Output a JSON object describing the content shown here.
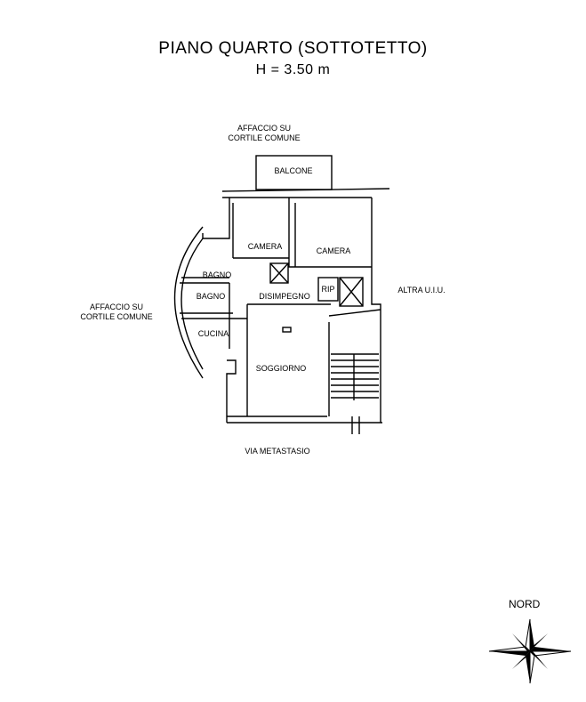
{
  "header": {
    "title": "PIANO  QUARTO (SOTTOTETTO)",
    "height": "H = 3.50 m"
  },
  "labels": {
    "courtyard_top_1": "AFFACCIO SU",
    "courtyard_top_2": "CORTILE COMUNE",
    "courtyard_left_1": "AFFACCIO SU",
    "courtyard_left_2": "CORTILE COMUNE",
    "balcony": "BALCONE",
    "camera_left": "CAMERA",
    "camera_right": "CAMERA",
    "bagno_upper": "BAGNO",
    "bagno_lower": "BAGNO",
    "disimpegno": "DISIMPEGNO",
    "rip": "RIP",
    "cucina": "CUCINA",
    "soggiorno": "SOGGIORNO",
    "altra_uiu": "ALTRA U.I.U.",
    "street": "VIA METASTASIO",
    "north": "NORD"
  }
}
